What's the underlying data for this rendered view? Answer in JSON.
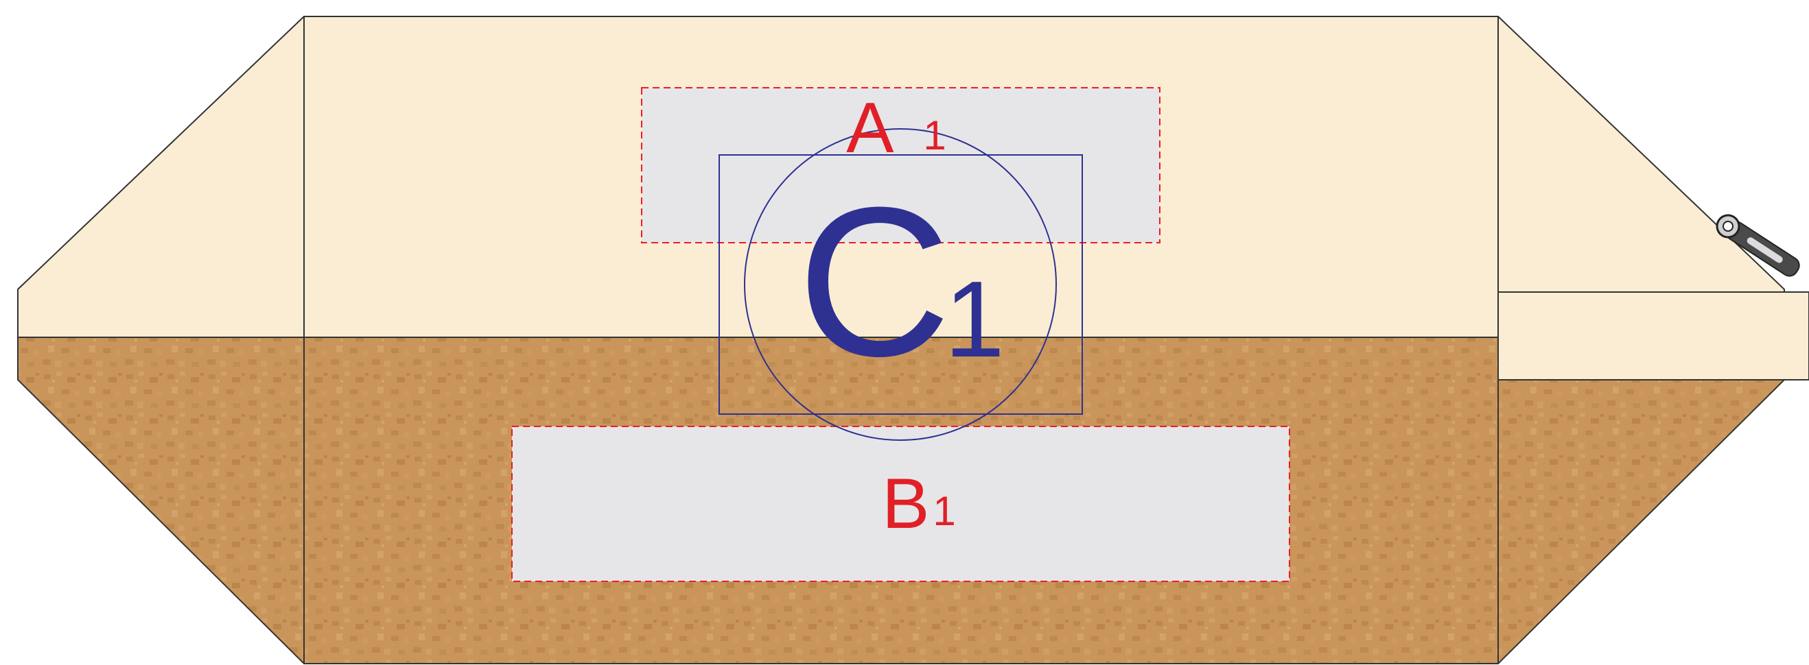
{
  "labels": {
    "a": {
      "main": "A",
      "sub": "1"
    },
    "b": {
      "main": "B",
      "sub": "1"
    },
    "c": {
      "main": "C",
      "sub": "1"
    }
  },
  "colors": {
    "upper_fill": "#faedd3",
    "lower_fill": "#c9955a",
    "zone_fill": "#e6e6e8",
    "zone_stroke": "#ed1c24",
    "label_red": "#e11f26",
    "c_blue": "#2e3192",
    "outline": "#333333",
    "slider_body": "#4a4a4a"
  },
  "icons": {
    "zipper": "zipper-pull-icon"
  }
}
